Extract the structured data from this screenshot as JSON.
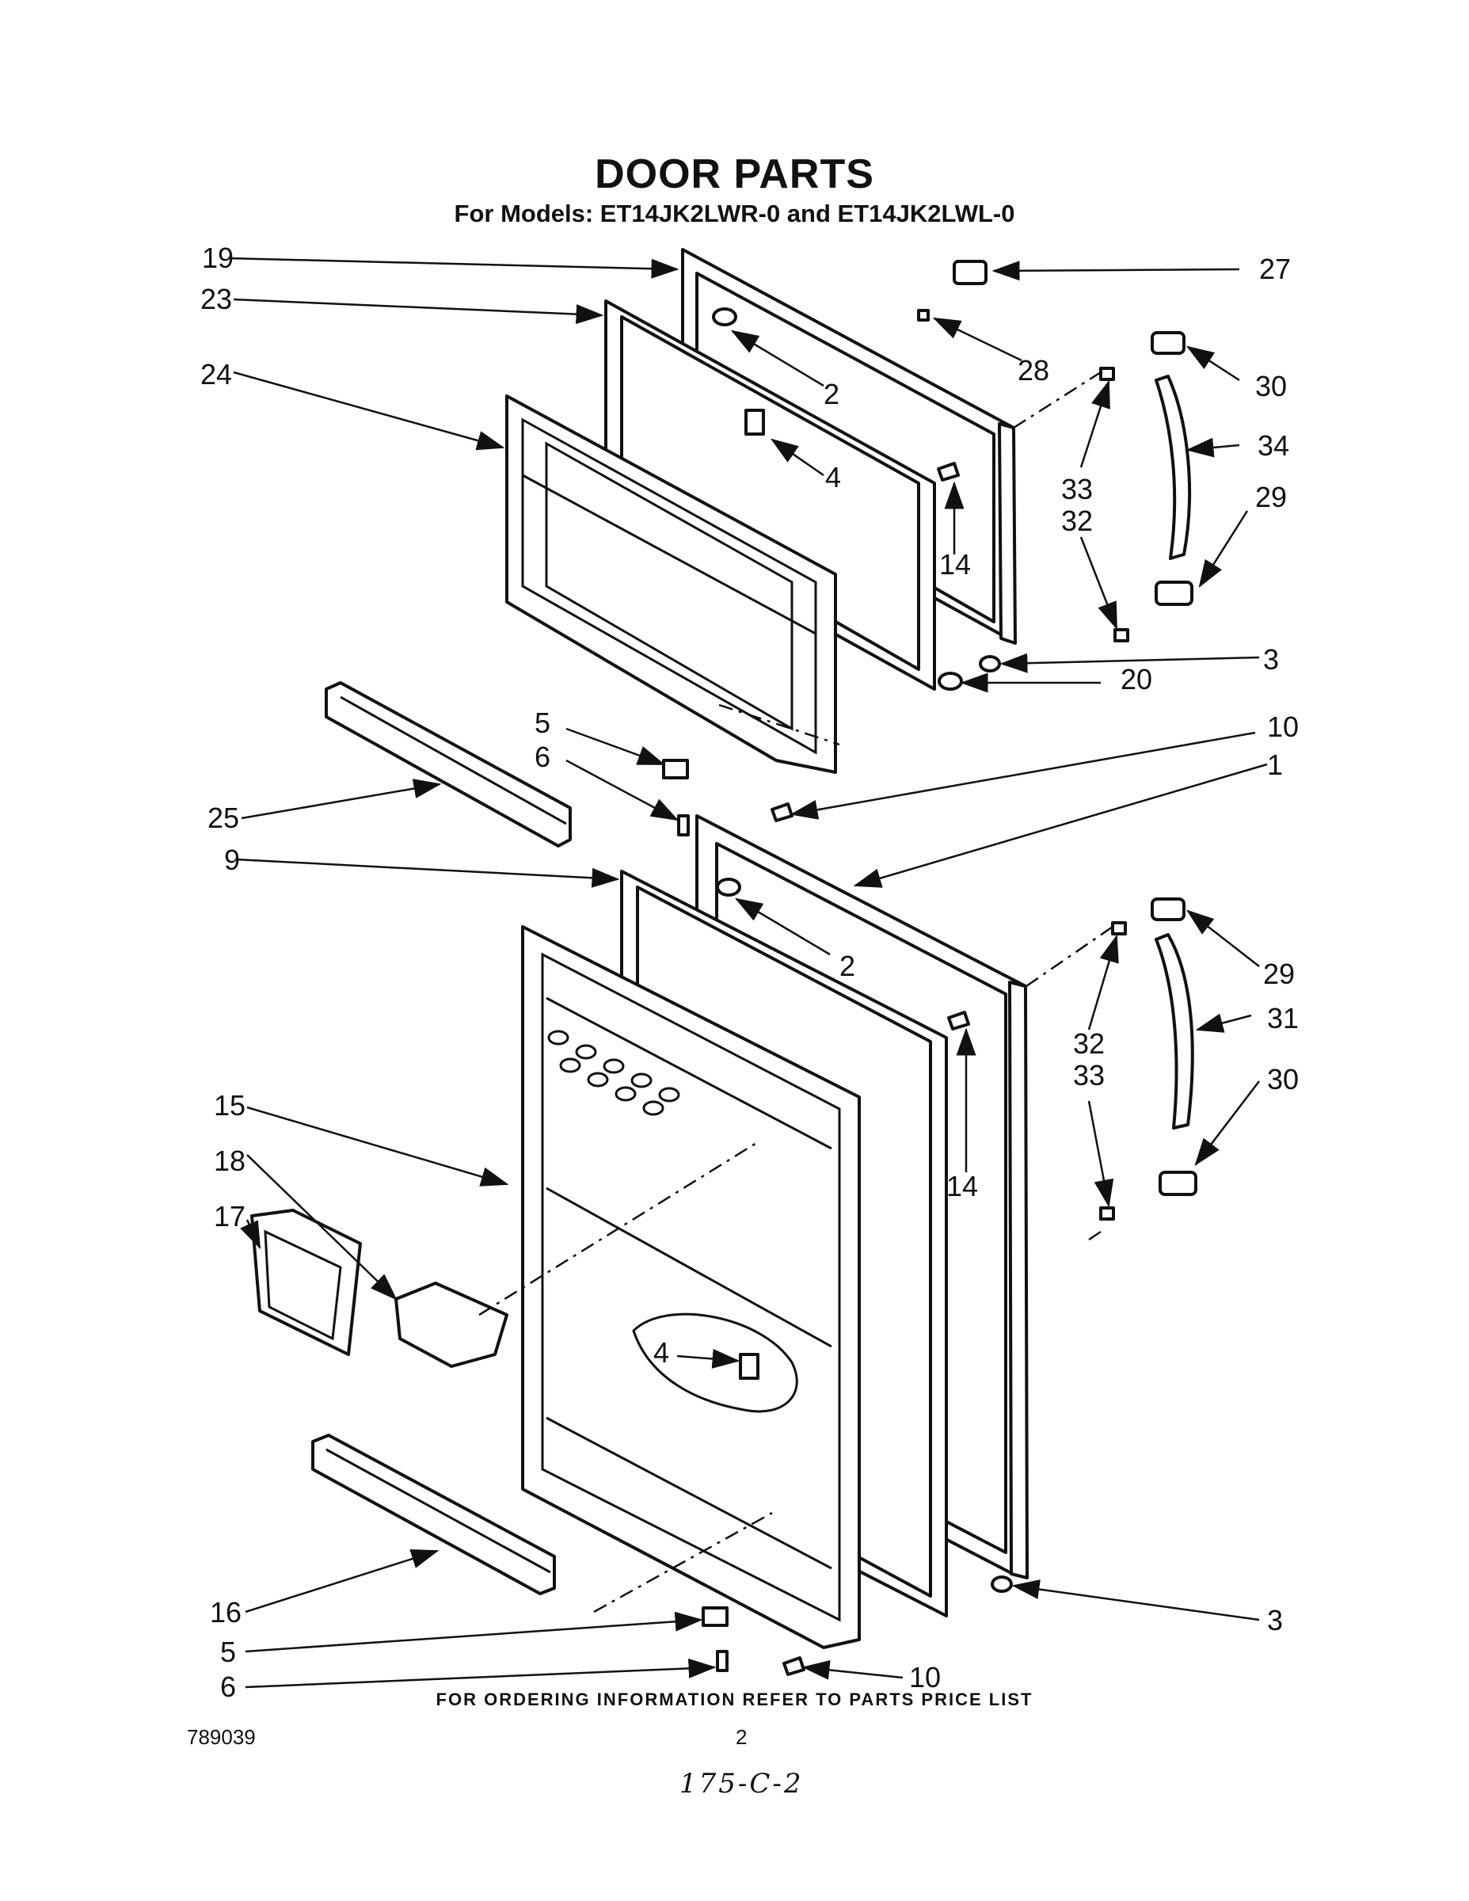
{
  "header": {
    "title": "DOOR PARTS",
    "subtitle": "For Models: ET14JK2LWR-0 and ET14JK2LWL-0"
  },
  "footer": {
    "ordering_note": "FOR ORDERING INFORMATION REFER TO PARTS PRICE LIST",
    "document_number": "789039",
    "page_number": "2",
    "handwritten_note": "175-C-2"
  },
  "callouts": {
    "c1": "1",
    "c2a": "2",
    "c2b": "2",
    "c3a": "3",
    "c3b": "3",
    "c4a": "4",
    "c4b": "4",
    "c5a": "5",
    "c5b": "5",
    "c6a": "6",
    "c6b": "6",
    "c9": "9",
    "c10a": "10",
    "c10b": "10",
    "c14a": "14",
    "c14b": "14",
    "c15": "15",
    "c16": "16",
    "c17": "17",
    "c18": "18",
    "c19": "19",
    "c20": "20",
    "c23": "23",
    "c24": "24",
    "c25": "25",
    "c27": "27",
    "c28": "28",
    "c29a": "29",
    "c29b": "29",
    "c30a": "30",
    "c30b": "30",
    "c31": "31",
    "c32a": "32",
    "c32b": "32",
    "c33a": "33",
    "c33b": "33",
    "c34": "34"
  }
}
